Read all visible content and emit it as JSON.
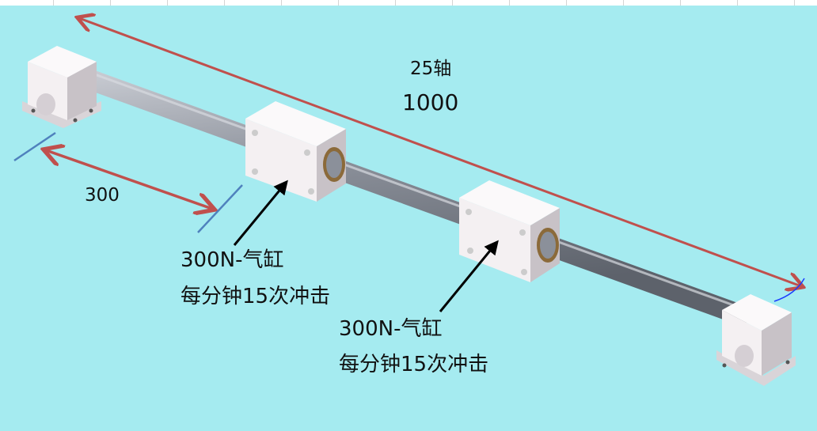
{
  "labels": {
    "shaft": "25轴",
    "length": "1000",
    "spacing": "300",
    "cylinder1_line1": "300N-气缸",
    "cylinder1_line2": "每分钟15次冲击",
    "cylinder2_line1": "300N-气缸",
    "cylinder2_line2": "每分钟15次冲击"
  },
  "colors": {
    "background": "#a5ebf0",
    "dimension_arrow": "#c0504d",
    "marker_line": "#4f81bd",
    "rod": "#8a8f99",
    "block": "#f2eef0"
  }
}
